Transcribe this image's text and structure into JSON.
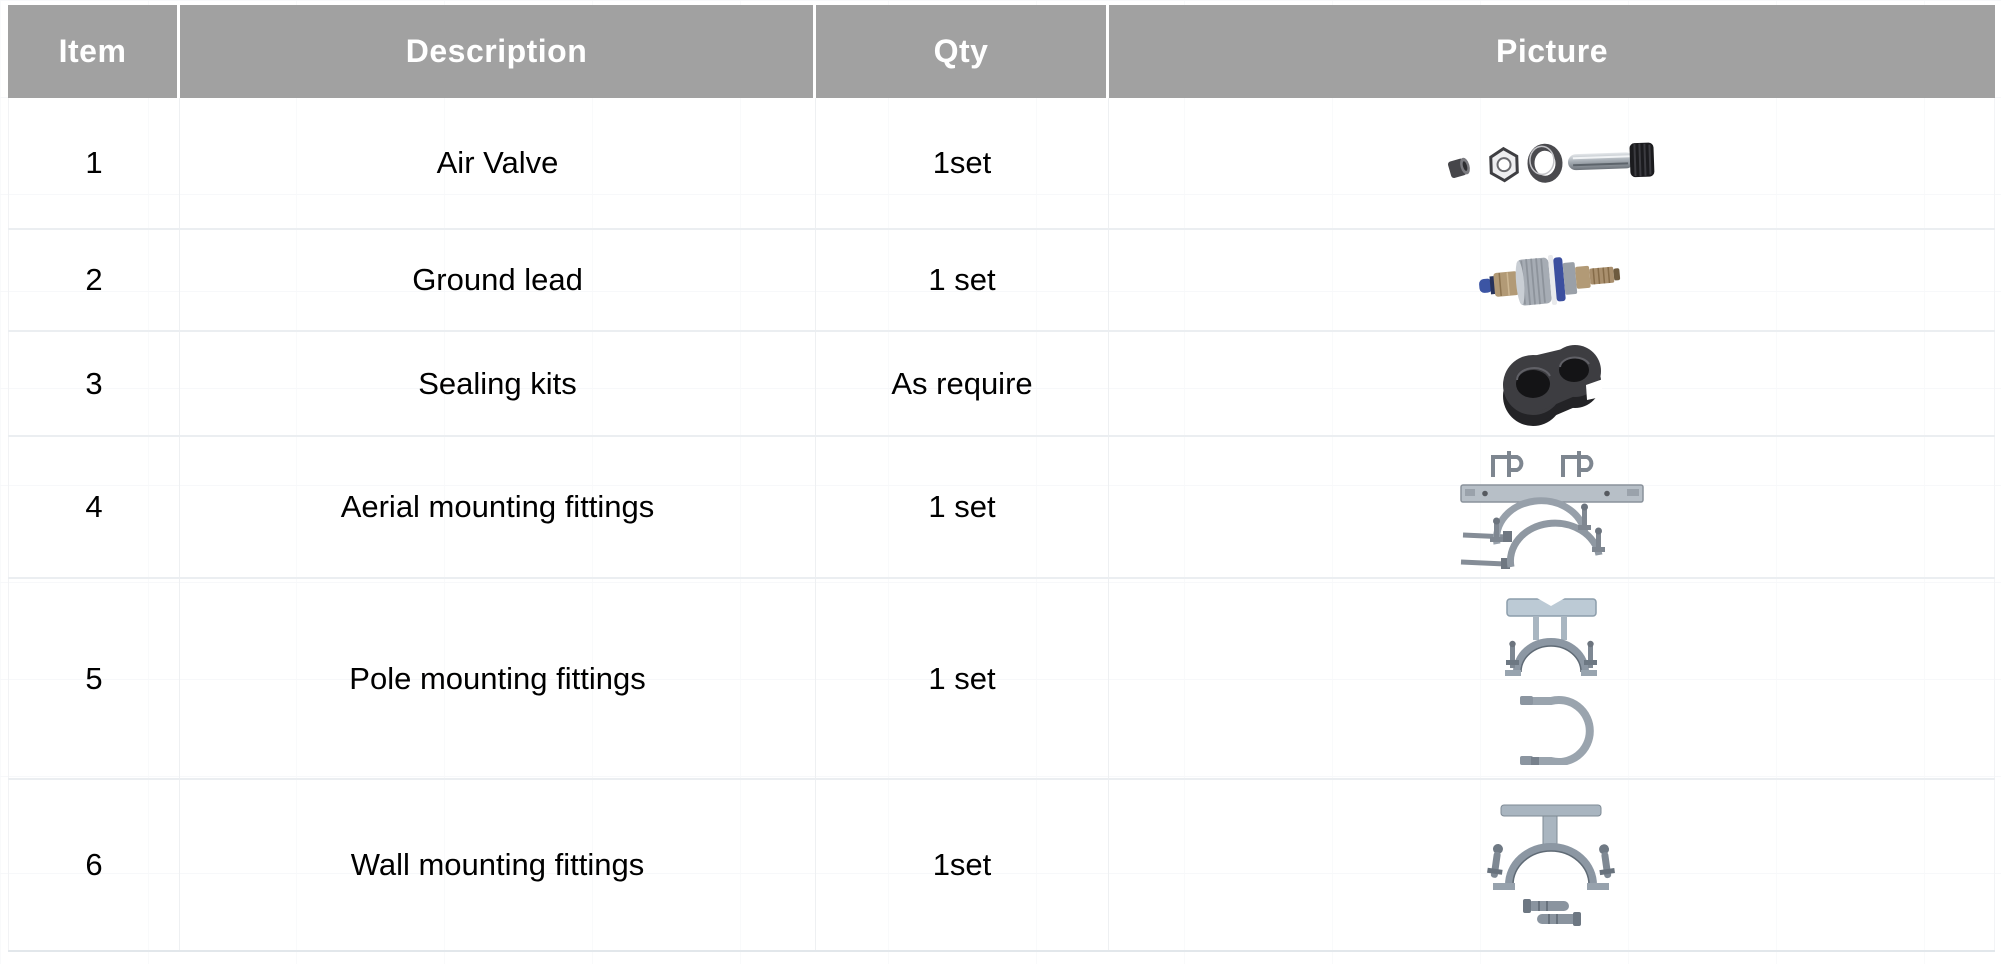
{
  "table": {
    "header": {
      "item": "Item",
      "description": "Description",
      "qty": "Qty",
      "picture": "Picture"
    },
    "rows": [
      {
        "item": "1",
        "description": "Air Valve",
        "qty": "1set",
        "picture_name": "air-valve-photo"
      },
      {
        "item": "2",
        "description": "Ground lead",
        "qty": "1 set",
        "picture_name": "ground-lead-photo"
      },
      {
        "item": "3",
        "description": "Sealing kits",
        "qty": "As require",
        "picture_name": "sealing-kits-photo"
      },
      {
        "item": "4",
        "description": "Aerial mounting fittings",
        "qty": "1 set",
        "picture_name": "aerial-mounting-fittings-photo"
      },
      {
        "item": "5",
        "description": "Pole mounting fittings",
        "qty": "1 set",
        "picture_name": "pole-mounting-fittings-photo"
      },
      {
        "item": "6",
        "description": "Wall mounting fittings",
        "qty": "1set",
        "picture_name": "wall-mounting-fittings-photo"
      }
    ],
    "styles": {
      "header_bg": "#a1a1a1",
      "header_text": "#ffffff",
      "body_text": "#000000",
      "row_line": "#ebeef1"
    }
  }
}
